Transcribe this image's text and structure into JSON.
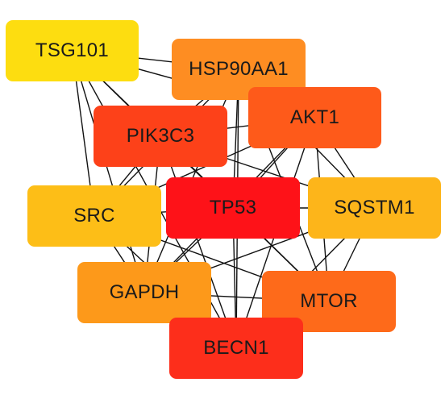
{
  "nodes": [
    {
      "id": "tsg101",
      "label": "TSG101",
      "color": "#fddd10"
    },
    {
      "id": "hsp",
      "label": "HSP90AA1",
      "color": "#fe8d22"
    },
    {
      "id": "akt1",
      "label": "AKT1",
      "color": "#fe5a1a"
    },
    {
      "id": "pik3c3",
      "label": "PIK3C3",
      "color": "#fd4119"
    },
    {
      "id": "src",
      "label": "SRC",
      "color": "#fdbe17"
    },
    {
      "id": "tp53",
      "label": "TP53",
      "color": "#fe1218"
    },
    {
      "id": "sqstm1",
      "label": "SQSTM1",
      "color": "#fdb51a"
    },
    {
      "id": "gapdh",
      "label": "GAPDH",
      "color": "#fd991a"
    },
    {
      "id": "mtor",
      "label": "MTOR",
      "color": "#fe6a1a"
    },
    {
      "id": "becn1",
      "label": "BECN1",
      "color": "#fd2e1b"
    }
  ],
  "edges": [
    [
      "tsg101",
      "hsp"
    ],
    [
      "tsg101",
      "akt1"
    ],
    [
      "tsg101",
      "pik3c3"
    ],
    [
      "tsg101",
      "src"
    ],
    [
      "tsg101",
      "tp53"
    ],
    [
      "tsg101",
      "gapdh"
    ],
    [
      "tsg101",
      "becn1"
    ],
    [
      "hsp",
      "akt1"
    ],
    [
      "hsp",
      "pik3c3"
    ],
    [
      "hsp",
      "src"
    ],
    [
      "hsp",
      "tp53"
    ],
    [
      "hsp",
      "sqstm1"
    ],
    [
      "hsp",
      "gapdh"
    ],
    [
      "hsp",
      "mtor"
    ],
    [
      "hsp",
      "becn1"
    ],
    [
      "akt1",
      "pik3c3"
    ],
    [
      "akt1",
      "src"
    ],
    [
      "akt1",
      "tp53"
    ],
    [
      "akt1",
      "sqstm1"
    ],
    [
      "akt1",
      "gapdh"
    ],
    [
      "akt1",
      "mtor"
    ],
    [
      "akt1",
      "becn1"
    ],
    [
      "pik3c3",
      "src"
    ],
    [
      "pik3c3",
      "tp53"
    ],
    [
      "pik3c3",
      "sqstm1"
    ],
    [
      "pik3c3",
      "gapdh"
    ],
    [
      "pik3c3",
      "mtor"
    ],
    [
      "pik3c3",
      "becn1"
    ],
    [
      "src",
      "tp53"
    ],
    [
      "src",
      "gapdh"
    ],
    [
      "src",
      "mtor"
    ],
    [
      "src",
      "becn1"
    ],
    [
      "tp53",
      "sqstm1"
    ],
    [
      "tp53",
      "gapdh"
    ],
    [
      "tp53",
      "mtor"
    ],
    [
      "tp53",
      "becn1"
    ],
    [
      "sqstm1",
      "gapdh"
    ],
    [
      "sqstm1",
      "mtor"
    ],
    [
      "sqstm1",
      "becn1"
    ],
    [
      "gapdh",
      "mtor"
    ],
    [
      "gapdh",
      "becn1"
    ],
    [
      "mtor",
      "becn1"
    ]
  ]
}
